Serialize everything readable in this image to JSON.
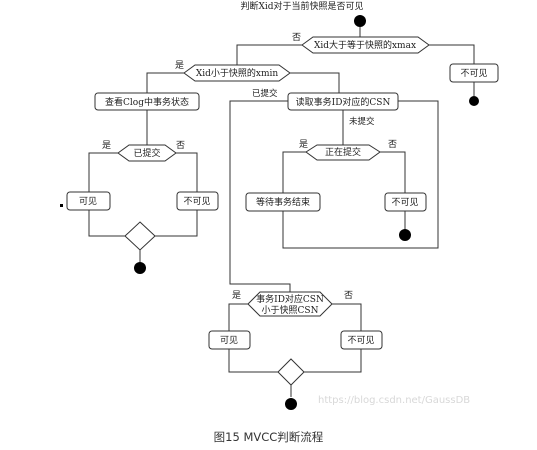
{
  "diagram": {
    "title": "判断Xid对于当前快照是否可见",
    "decisions": {
      "d1": "Xid大于等于快照的xmax",
      "d2": "Xid小于快照的xmin",
      "d3": "已提交",
      "d4": "正在提交",
      "d5_line1": "事务ID对应CSN",
      "d5_line2": "小于快照CSN"
    },
    "actions": {
      "a_clog": "查看Clog中事务状态",
      "a_readcsn": "读取事务ID对应的CSN",
      "a_wait": "等待事务结束"
    },
    "results": {
      "r_invisible_top": "不可见",
      "r_visible_left": "可见",
      "r_invisible_left": "不可见",
      "r_invisible_mid": "不可见",
      "r_visible_bottom": "可见",
      "r_invisible_bottom": "不可见"
    },
    "edge_labels": {
      "no_d1": "否",
      "yes_d2": "是",
      "committed": "已提交",
      "uncommitted": "未提交",
      "yes_d3": "是",
      "no_d3": "否",
      "yes_d4": "是",
      "no_d4": "否",
      "yes_d5": "是",
      "no_d5": "否"
    },
    "watermark": "https://blog.csdn.net/GaussDB"
  },
  "caption": "图15 MVCC判断流程"
}
